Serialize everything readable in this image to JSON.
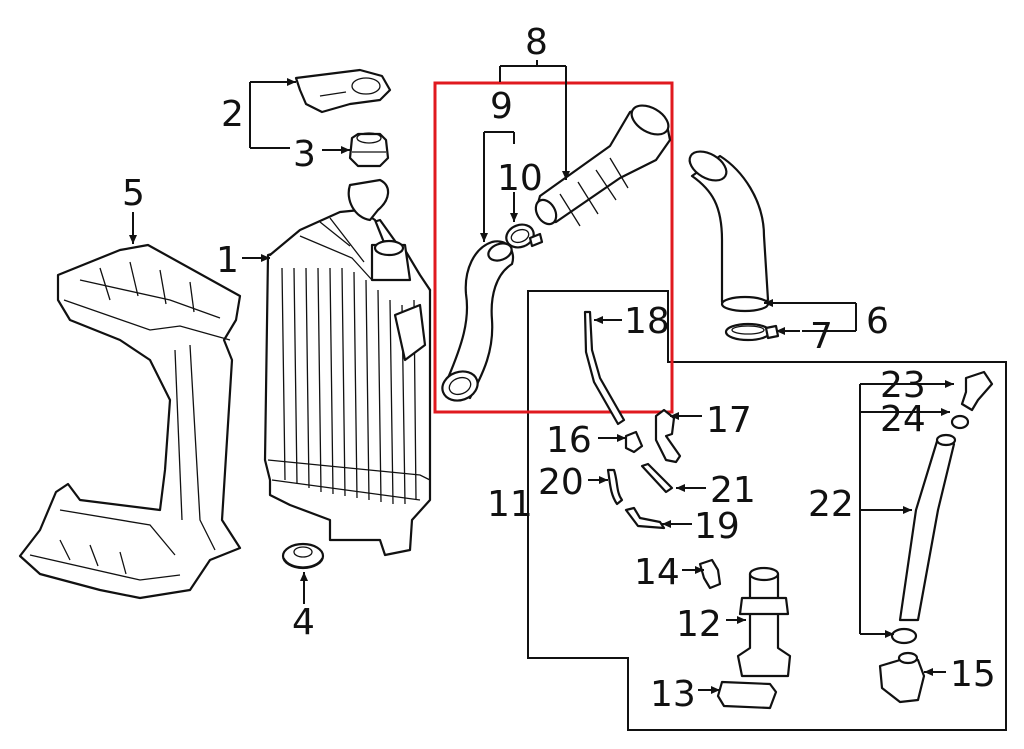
{
  "diagram": {
    "highlight_color": "#e0191f",
    "callouts": {
      "c1": "1",
      "c2": "2",
      "c3": "3",
      "c4": "4",
      "c5": "5",
      "c6": "6",
      "c7": "7",
      "c8": "8",
      "c9": "9",
      "c10": "10",
      "c11": "11",
      "c12": "12",
      "c13": "13",
      "c14": "14",
      "c15": "15",
      "c16": "16",
      "c17": "17",
      "c18": "18",
      "c19": "19",
      "c20": "20",
      "c21": "21",
      "c22": "22",
      "c23": "23",
      "c24": "24"
    }
  }
}
